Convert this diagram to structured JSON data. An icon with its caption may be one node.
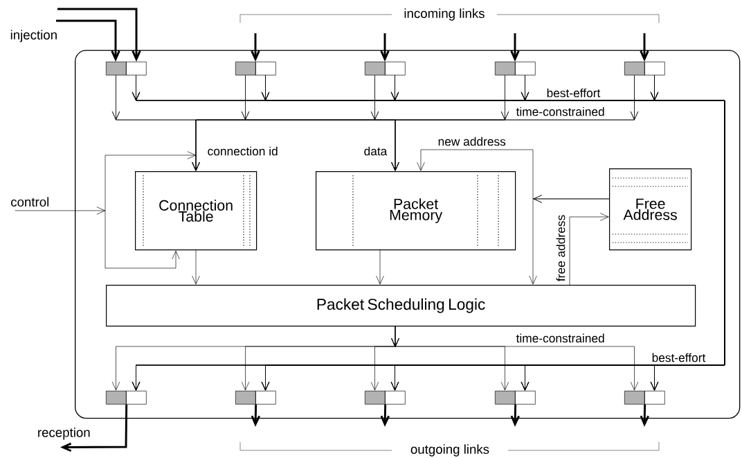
{
  "diagram": {
    "nodes": [
      {
        "text": [],
        "shape": "box"
      },
      {
        "text": [],
        "shape": "box",
        "in": 0
      },
      {
        "text": [],
        "shape": "box",
        "in": 0
      },
      {
        "text": [],
        "shape": "box",
        "in": 0
      },
      {
        "text": [],
        "shape": "box",
        "in": 0
      },
      {
        "text": [],
        "shape": "box",
        "in": 0
      },
      {
        "text": [],
        "shape": "box",
        "in": 0
      },
      {
        "text": [],
        "shape": "box",
        "in": 0
      },
      {
        "text": [],
        "shape": "box",
        "in": 0
      },
      {
        "text": [],
        "shape": "box",
        "in": 0
      },
      {
        "text": [],
        "shape": "box",
        "in": 0
      },
      {
        "text": [
          "Connection Table"
        ],
        "in": 0
      },
      {
        "text": [
          "Packet Memory"
        ],
        "in": 0
      },
      {
        "text": [
          "Free Address"
        ],
        "in": 0
      },
      {
        "text": [
          "Packet Scheduling Logic"
        ],
        "in": 0
      },
      {
        "text": [],
        "shape": "box",
        "in": 0
      },
      {
        "text": [],
        "shape": "box",
        "in": 0
      },
      {
        "text": [],
        "shape": "box",
        "in": 0
      },
      {
        "text": [],
        "shape": "box",
        "in": 0
      },
      {
        "text": [],
        "shape": "box",
        "in": 0
      },
      {
        "text": [],
        "shape": "box",
        "in": 0
      },
      {
        "text": [],
        "shape": "box",
        "in": 0
      },
      {
        "text": [],
        "shape": "box",
        "in": 0
      },
      {
        "text": [],
        "shape": "box",
        "in": 0
      },
      {
        "text": [],
        "shape": "box",
        "in": 0
      },
      {
        "text": [
          "control"
        ]
      },
      {
        "text": [
          "reception"
        ]
      }
    ],
    "edges": [
      {
        "from": null,
        "to": 1,
        "arrow": "to",
        "style": "thick"
      },
      {
        "from": null,
        "to": 2,
        "arrow": "to",
        "style": "thick"
      },
      {
        "from": null,
        "to": 3,
        "arrow": "to",
        "style": "thick"
      },
      {
        "from": null,
        "to": 5,
        "arrow": "to",
        "style": "thick"
      },
      {
        "from": null,
        "to": 7,
        "arrow": "to",
        "style": "thick"
      },
      {
        "from": null,
        "to": 9,
        "arrow": "to",
        "style": "thick"
      },
      {
        "from": 1,
        "to": 11,
        "arrow": "to"
      },
      {
        "from": 1,
        "to": 12,
        "arrow": "to"
      },
      {
        "from": 3,
        "to": 11,
        "arrow": "to"
      },
      {
        "from": 3,
        "to": 12,
        "arrow": "to"
      },
      {
        "from": 5,
        "to": 11,
        "arrow": "to"
      },
      {
        "from": 5,
        "to": 12,
        "arrow": "to"
      },
      {
        "from": 7,
        "to": 11,
        "arrow": "to"
      },
      {
        "from": 7,
        "to": 12,
        "arrow": "to"
      },
      {
        "from": 9,
        "to": 11,
        "arrow": "to"
      },
      {
        "from": 9,
        "to": 12,
        "arrow": "to"
      },
      {
        "from": 2,
        "to": 16,
        "arrow": "to"
      },
      {
        "from": 2,
        "to": 18,
        "arrow": "to"
      },
      {
        "from": 2,
        "to": 20,
        "arrow": "to"
      },
      {
        "from": 2,
        "to": 22,
        "arrow": "to"
      },
      {
        "from": 2,
        "to": 24,
        "arrow": "to"
      },
      {
        "from": 4,
        "to": 16,
        "arrow": "to"
      },
      {
        "from": 4,
        "to": 18,
        "arrow": "to"
      },
      {
        "from": 4,
        "to": 20,
        "arrow": "to"
      },
      {
        "from": 4,
        "to": 22,
        "arrow": "to"
      },
      {
        "from": 4,
        "to": 24,
        "arrow": "to"
      },
      {
        "from": 6,
        "to": 16,
        "arrow": "to"
      },
      {
        "from": 6,
        "to": 18,
        "arrow": "to"
      },
      {
        "from": 6,
        "to": 20,
        "arrow": "to"
      },
      {
        "from": 6,
        "to": 22,
        "arrow": "to"
      },
      {
        "from": 6,
        "to": 24,
        "arrow": "to"
      },
      {
        "from": 8,
        "to": 16,
        "arrow": "to"
      },
      {
        "from": 8,
        "to": 18,
        "arrow": "to"
      },
      {
        "from": 8,
        "to": 20,
        "arrow": "to"
      },
      {
        "from": 8,
        "to": 22,
        "arrow": "to"
      },
      {
        "from": 8,
        "to": 24,
        "arrow": "to"
      },
      {
        "from": 10,
        "to": 16,
        "arrow": "to"
      },
      {
        "from": 10,
        "to": 18,
        "arrow": "to"
      },
      {
        "from": 10,
        "to": 20,
        "arrow": "to"
      },
      {
        "from": 10,
        "to": 22,
        "arrow": "to"
      },
      {
        "from": 10,
        "to": 24,
        "arrow": "to"
      },
      {
        "from": 25,
        "to": 11,
        "arrow": "to"
      },
      {
        "from": 11,
        "to": 14,
        "arrow": "to"
      },
      {
        "from": 12,
        "to": 14,
        "arrow": "to"
      },
      {
        "from": 13,
        "to": 12,
        "arrow": "to",
        "label": "new address"
      },
      {
        "from": 13,
        "to": 14,
        "arrow": "to"
      },
      {
        "from": 14,
        "to": 13,
        "arrow": "to",
        "label": "free address"
      },
      {
        "from": 14,
        "to": 15,
        "arrow": "to"
      },
      {
        "from": 14,
        "to": 17,
        "arrow": "to"
      },
      {
        "from": 14,
        "to": 19,
        "arrow": "to"
      },
      {
        "from": 14,
        "to": 21,
        "arrow": "to"
      },
      {
        "from": 14,
        "to": 23,
        "arrow": "to"
      },
      {
        "from": 15,
        "to": 26,
        "arrow": "to",
        "style": "thick"
      },
      {
        "from": 17,
        "to": null,
        "arrow": "to",
        "style": "thick"
      },
      {
        "from": 19,
        "to": null,
        "arrow": "to",
        "style": "thick"
      },
      {
        "from": 21,
        "to": null,
        "arrow": "to",
        "style": "thick"
      },
      {
        "from": 23,
        "to": null,
        "arrow": "to",
        "style": "thick"
      }
    ],
    "labels": [
      "incoming links",
      "injection",
      "best-effort",
      "time-constrained",
      "connection id",
      "data",
      "time-constrained",
      "best-effort",
      "outgoing links"
    ]
  }
}
